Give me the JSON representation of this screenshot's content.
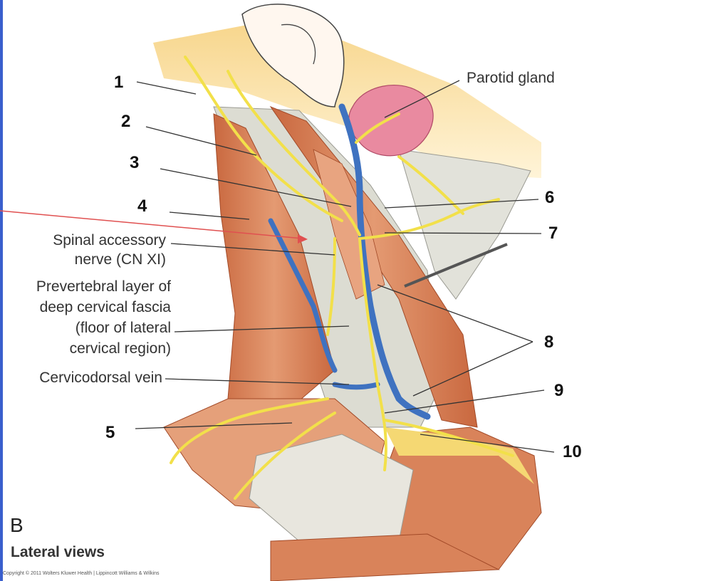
{
  "labels": {
    "parotid": "Parotid gland",
    "spinal_accessory_1": "Spinal accessory",
    "spinal_accessory_2": "nerve (CN XI)",
    "prevertebral_1": "Prevertebral layer of",
    "prevertebral_2": "deep cervical fascia",
    "prevertebral_3": "(floor of lateral",
    "prevertebral_4": "cervical region)",
    "cervicodorsal": "Cervicodorsal vein"
  },
  "numbers": [
    "1",
    "2",
    "3",
    "4",
    "5",
    "6",
    "7",
    "8",
    "9",
    "10"
  ],
  "panel_letter": "B",
  "view_title": "Lateral views",
  "copyright": "Copyright © 2011 Wolters Kluwer Health | Lippincott Williams & Wilkins",
  "colors": {
    "muscle": "#d9835a",
    "muscle_dark": "#b85a35",
    "fascia": "#dcdcd2",
    "nerve": "#f2e04a",
    "vein": "#3f72c0",
    "parotid": "#e98aa0",
    "fat": "#f7d58a",
    "pointer_arrow": "#e05050",
    "leader": "#333333",
    "accent_bar": "#3a5fcd"
  }
}
